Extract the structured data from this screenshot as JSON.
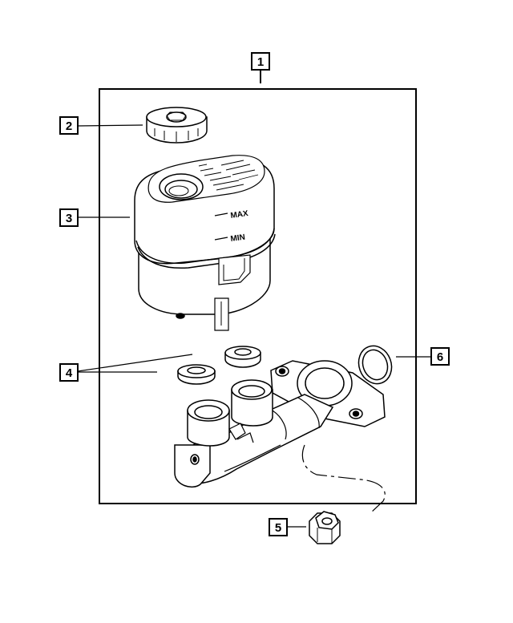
{
  "callouts": [
    {
      "id": "1",
      "label": "1"
    },
    {
      "id": "2",
      "label": "2"
    },
    {
      "id": "3",
      "label": "3"
    },
    {
      "id": "4",
      "label": "4"
    },
    {
      "id": "5",
      "label": "5"
    },
    {
      "id": "6",
      "label": "6"
    }
  ],
  "reservoir": {
    "max_label": "MAX",
    "min_label": "MIN"
  },
  "colors": {
    "line": "#000000",
    "background": "#ffffff"
  }
}
